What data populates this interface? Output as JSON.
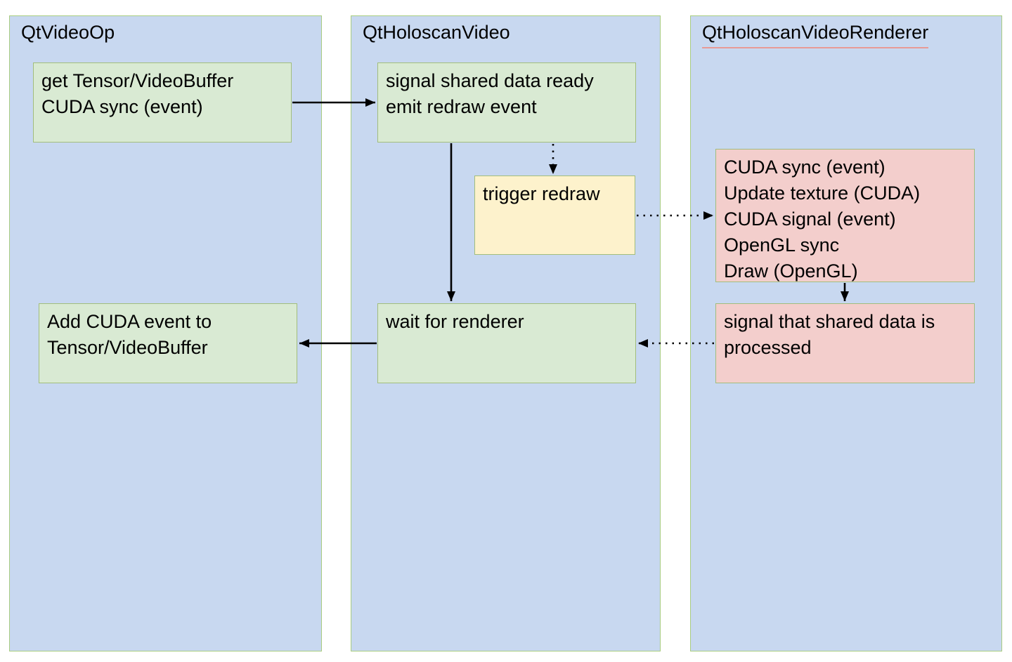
{
  "diagram": {
    "lanes": [
      {
        "id": "qtvideoop",
        "title": "QtVideoOp"
      },
      {
        "id": "qtholoscanvideo",
        "title": "QtHoloscanVideo"
      },
      {
        "id": "qtholoscanvideorenderer",
        "title": "QtHoloscanVideoRenderer",
        "title_underlined": true
      }
    ],
    "nodes": [
      {
        "id": "get-tensor",
        "lane": "qtvideoop",
        "kind": "process",
        "color": "green",
        "text": "get Tensor/VideoBuffer\nCUDA sync (event)"
      },
      {
        "id": "signal-shared-data",
        "lane": "qtholoscanvideo",
        "kind": "process",
        "color": "green",
        "text": "signal shared data ready\nemit redraw event"
      },
      {
        "id": "trigger-redraw",
        "lane": "qtholoscanvideo",
        "kind": "event",
        "color": "yellow",
        "text": "trigger redraw"
      },
      {
        "id": "render-steps",
        "lane": "qtholoscanvideorenderer",
        "kind": "process",
        "color": "red",
        "text": "CUDA sync (event)\nUpdate texture (CUDA)\nCUDA signal (event)\nOpenGL sync\nDraw (OpenGL)"
      },
      {
        "id": "add-cuda-event",
        "lane": "qtvideoop",
        "kind": "process",
        "color": "green",
        "text": "Add CUDA event to\nTensor/VideoBuffer"
      },
      {
        "id": "wait-for-renderer",
        "lane": "qtholoscanvideo",
        "kind": "process",
        "color": "green",
        "text": "wait for renderer"
      },
      {
        "id": "signal-processed",
        "lane": "qtholoscanvideorenderer",
        "kind": "process",
        "color": "red",
        "text": "signal that shared data is\nprocessed"
      }
    ],
    "connections": [
      {
        "from": "get-tensor",
        "to": "signal-shared-data",
        "style": "solid"
      },
      {
        "from": "signal-shared-data",
        "to": "trigger-redraw",
        "style": "dotted"
      },
      {
        "from": "signal-shared-data",
        "to": "wait-for-renderer",
        "style": "solid"
      },
      {
        "from": "trigger-redraw",
        "to": "render-steps",
        "style": "dotted"
      },
      {
        "from": "render-steps",
        "to": "signal-processed",
        "style": "solid"
      },
      {
        "from": "signal-processed",
        "to": "wait-for-renderer",
        "style": "dotted"
      },
      {
        "from": "wait-for-renderer",
        "to": "add-cuda-event",
        "style": "solid"
      }
    ],
    "colors": {
      "lane_fill": "#c8d8f0",
      "lane_border": "#a9cd80",
      "process_green_fill": "#d9ead3",
      "event_yellow_fill": "#fdf2cc",
      "renderer_red_fill": "#f3cecc",
      "box_border": "#a2bd7c",
      "arrow": "#000000",
      "title_underline": "#e79a96",
      "text": "#000000"
    }
  }
}
